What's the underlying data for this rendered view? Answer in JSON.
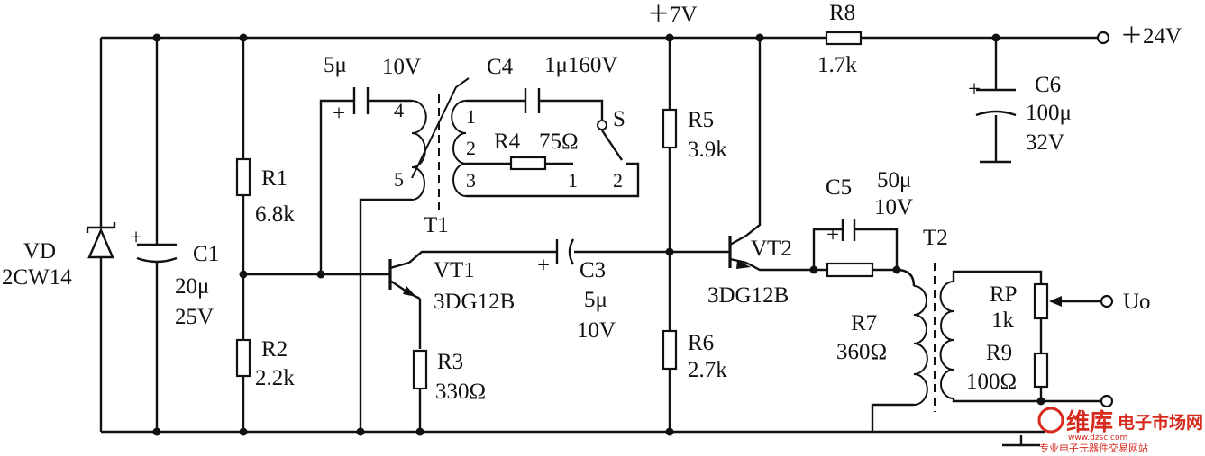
{
  "supply": {
    "v24": "＋24V",
    "v7": "＋7V"
  },
  "vd": {
    "name": "VD",
    "part": "2CW14"
  },
  "c1": {
    "name": "C1",
    "cap": "20μ",
    "volt": "25V",
    "plus": "+"
  },
  "r1": {
    "name": "R1",
    "value": "6.8k"
  },
  "r2": {
    "name": "R2",
    "value": "2.2k"
  },
  "r3": {
    "name": "R3",
    "value": "330Ω"
  },
  "r4": {
    "name": "R4",
    "value": "75Ω"
  },
  "r5": {
    "name": "R5",
    "value": "3.9k"
  },
  "r6": {
    "name": "R6",
    "value": "2.7k"
  },
  "r7": {
    "name": "R7",
    "value": "360Ω"
  },
  "r8": {
    "name": "R8",
    "value": "1.7k"
  },
  "r9": {
    "name": "R9",
    "value": "100Ω"
  },
  "rp": {
    "name": "RP",
    "value": "1k"
  },
  "c2": {
    "cap": "5μ",
    "volt": "10V",
    "plus": "+"
  },
  "c3": {
    "name": "C3",
    "cap": "5μ",
    "volt": "10V",
    "plus": "+"
  },
  "c4": {
    "name": "C4",
    "value": "1μ160V"
  },
  "c5": {
    "name": "C5",
    "cap": "50μ",
    "volt": "10V",
    "plus": "+"
  },
  "c6": {
    "name": "C6",
    "cap": "100μ",
    "volt": "32V",
    "plus": "+"
  },
  "vt1": {
    "name": "VT1",
    "part": "3DG12B"
  },
  "vt2": {
    "name": "VT2",
    "part": "3DG12B"
  },
  "t1": {
    "name": "T1",
    "pins": [
      "4",
      "5",
      "1",
      "2",
      "3",
      "1",
      "2"
    ]
  },
  "t2": {
    "name": "T2"
  },
  "switch": {
    "name": "S"
  },
  "output": {
    "label": "Uo"
  },
  "watermark": {
    "logo": "维库",
    "site": "电子市场网",
    "url": "www.dzsc.com",
    "tagline": "专业电子元器件交易网站",
    "color": "#d72a1f"
  }
}
